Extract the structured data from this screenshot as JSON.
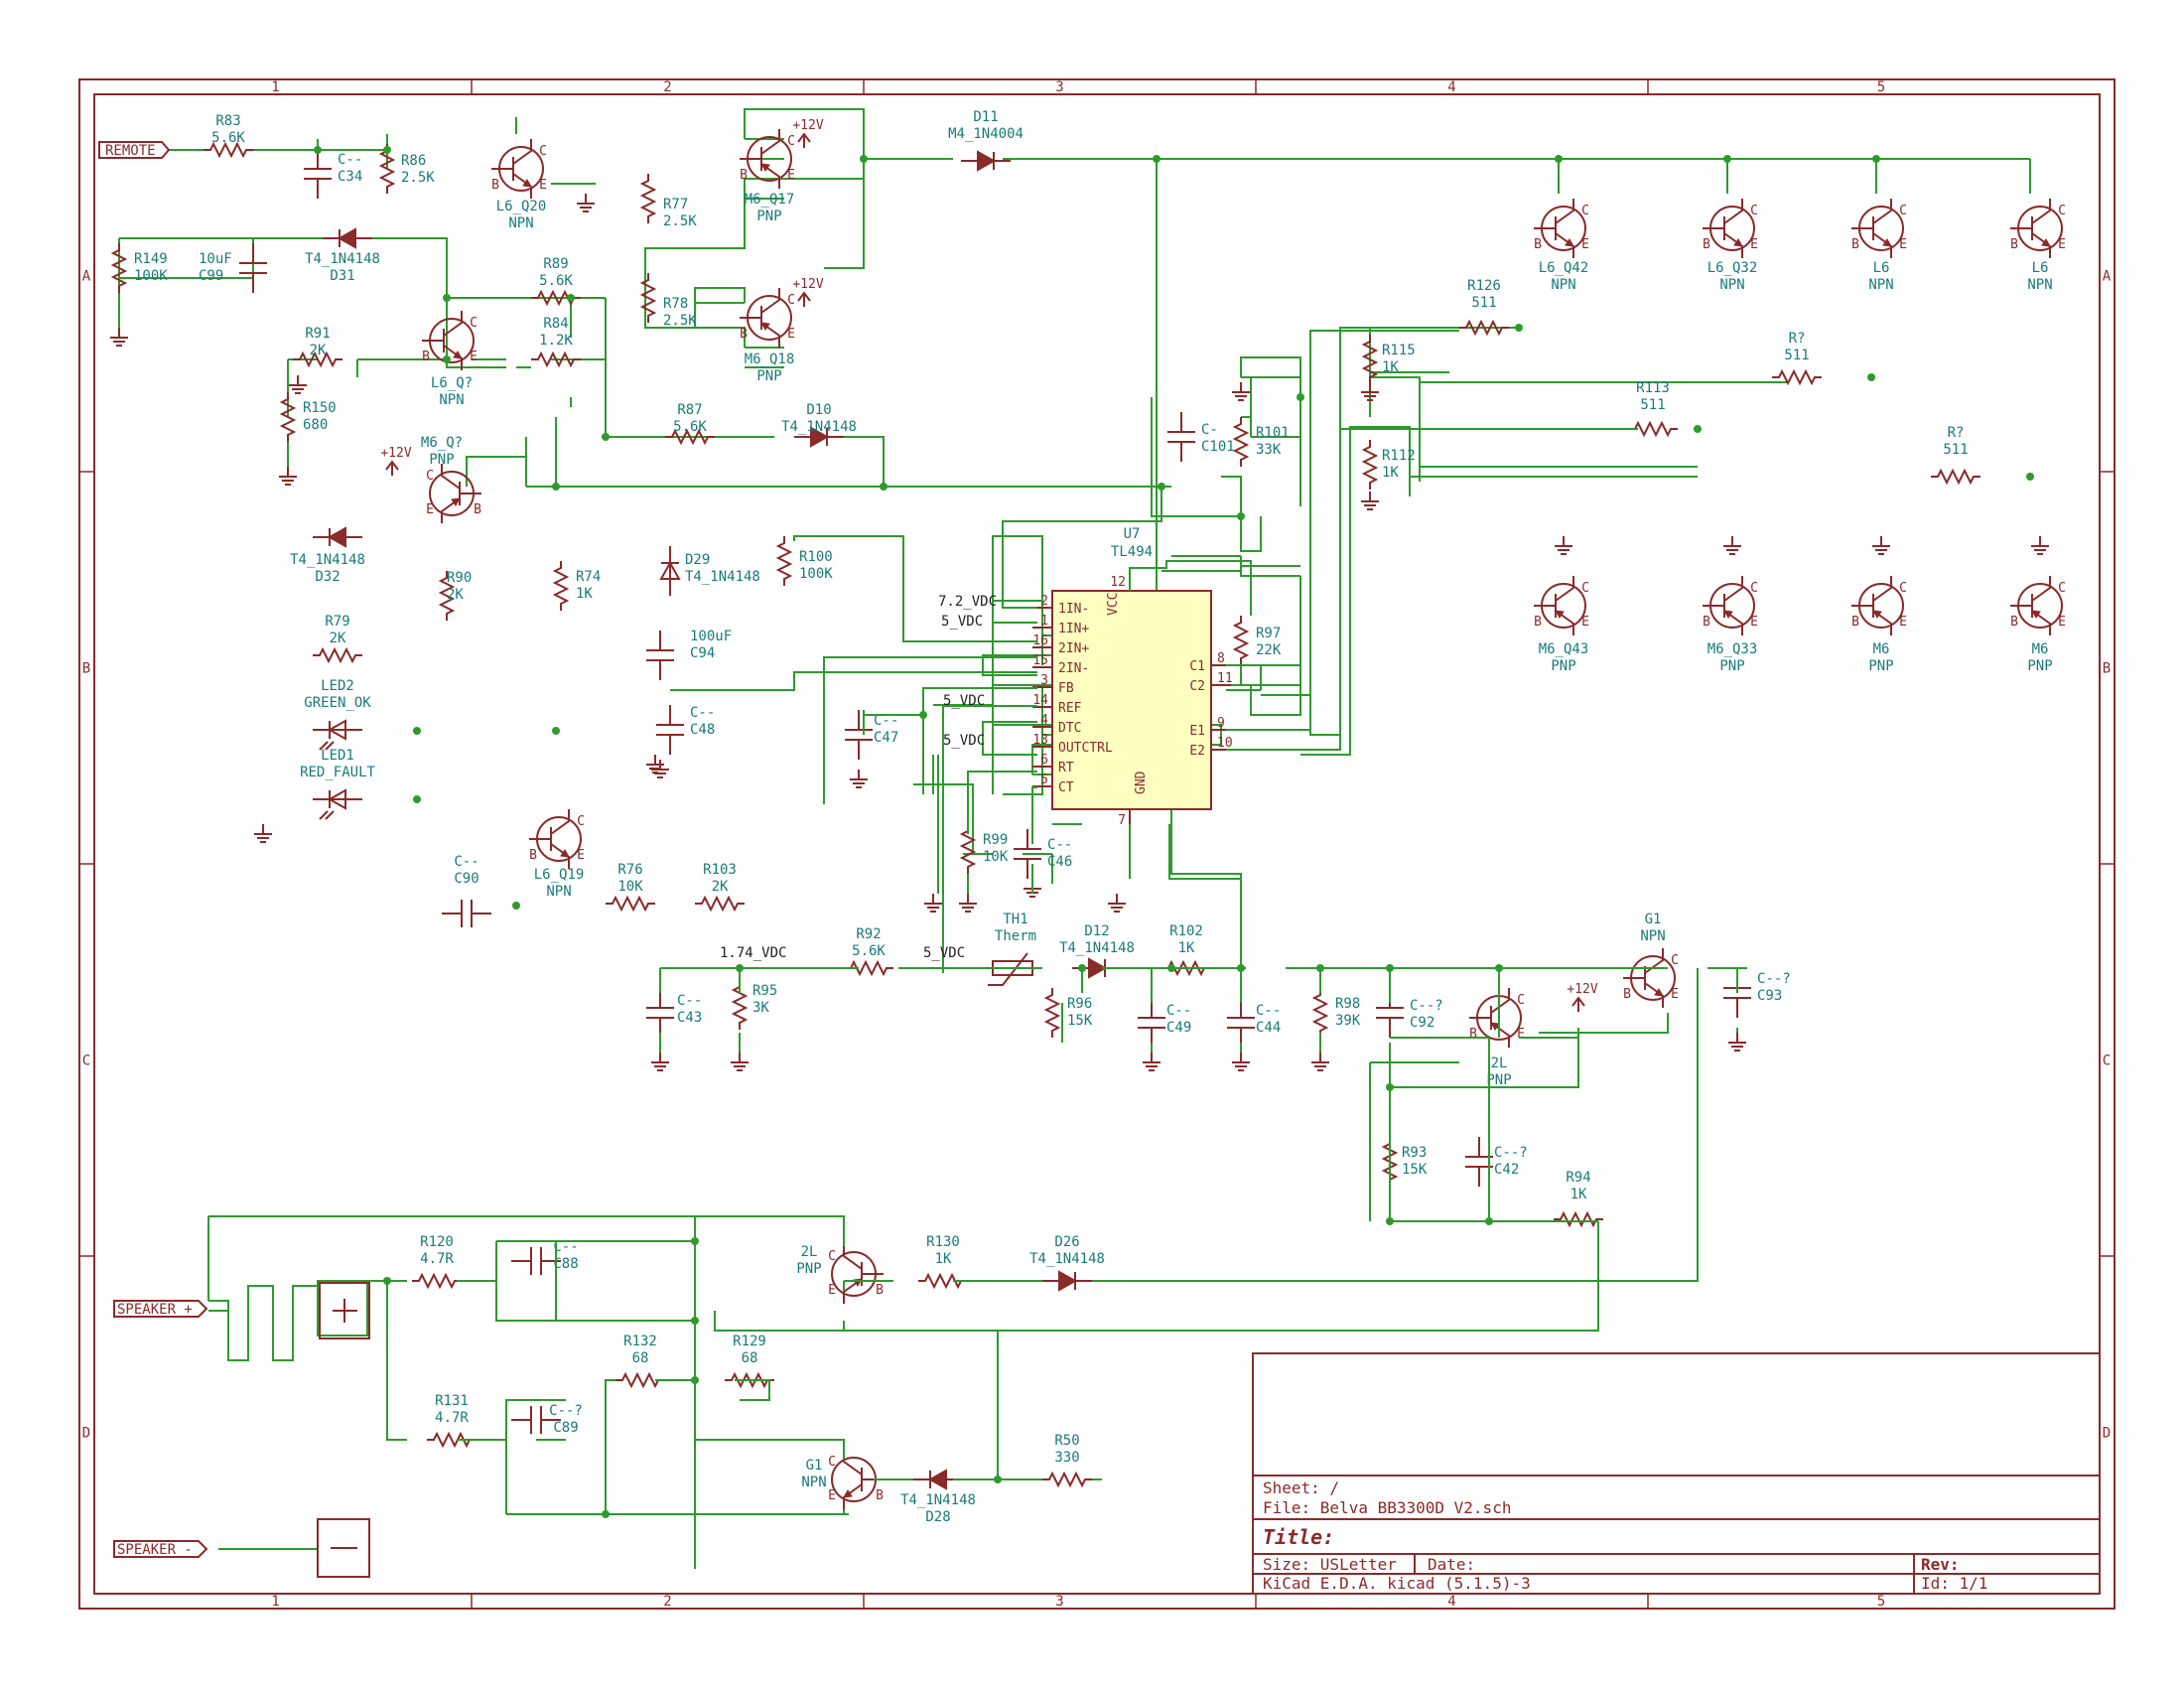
{
  "title_block": {
    "sheet": "Sheet: /",
    "file": "File: Belva BB3300D V2.sch",
    "title": "Title:",
    "size": "Size: USLetter",
    "date": "Date:",
    "rev": "Rev:",
    "tool": "KiCad E.D.A.  kicad (5.1.5)-3",
    "id": "Id: 1/1"
  },
  "frame": {
    "columns": [
      "1",
      "2",
      "3",
      "4",
      "5"
    ],
    "rows": [
      "A",
      "B",
      "C",
      "D"
    ]
  },
  "hier_labels": {
    "remote": "REMOTE",
    "speaker_plus": "SPEAKER_+",
    "speaker_minus": "SPEAKER_-"
  },
  "net_labels": {
    "v72": "7.2_VDC",
    "v5a": "5_VDC",
    "v5b": "5_VDC",
    "v5c": "5_VDC",
    "v5d": "5_VDC",
    "v174": "1.74_VDC"
  },
  "power": {
    "p12a": "+12V",
    "p12b": "+12V",
    "p12c": "+12V",
    "p12d": "+12V"
  },
  "ic": {
    "ref": "U7",
    "value": "TL494",
    "left_pins": [
      {
        "num": "2",
        "name": "1IN-"
      },
      {
        "num": "1",
        "name": "1IN+"
      },
      {
        "num": "16",
        "name": "2IN+"
      },
      {
        "num": "15",
        "name": "2IN-"
      },
      {
        "num": "3",
        "name": "FB"
      },
      {
        "num": "14",
        "name": "REF"
      },
      {
        "num": "4",
        "name": "DTC"
      },
      {
        "num": "13",
        "name": "OUTCTRL"
      },
      {
        "num": "6",
        "name": "RT"
      },
      {
        "num": "5",
        "name": "CT"
      }
    ],
    "right_pins": [
      {
        "num": "8",
        "name": "C1"
      },
      {
        "num": "11",
        "name": "C2"
      },
      {
        "num": "9",
        "name": "E1"
      },
      {
        "num": "10",
        "name": "E2"
      }
    ],
    "top_pin": {
      "num": "12",
      "name": "VCC"
    },
    "bottom_pin": {
      "num": "7",
      "name": "GND"
    }
  },
  "resistors": [
    {
      "ref": "R83",
      "value": "5.6K"
    },
    {
      "ref": "R86",
      "value": "2.5K"
    },
    {
      "ref": "R149",
      "value": "100K"
    },
    {
      "ref": "R91",
      "value": "2K"
    },
    {
      "ref": "R150",
      "value": "680"
    },
    {
      "ref": "R89",
      "value": "5.6K"
    },
    {
      "ref": "R84",
      "value": "1.2K"
    },
    {
      "ref": "R87",
      "value": "5.6K"
    },
    {
      "ref": "R77",
      "value": "2.5K"
    },
    {
      "ref": "R78",
      "value": "2.5K"
    },
    {
      "ref": "R90",
      "value": "2K"
    },
    {
      "ref": "R74",
      "value": "1K"
    },
    {
      "ref": "R79",
      "value": "2K"
    },
    {
      "ref": "R76",
      "value": "10K"
    },
    {
      "ref": "R103",
      "value": "2K"
    },
    {
      "ref": "R100",
      "value": "100K"
    },
    {
      "ref": "R101",
      "value": "33K"
    },
    {
      "ref": "R97",
      "value": "22K"
    },
    {
      "ref": "R99",
      "value": "10K"
    },
    {
      "ref": "R115",
      "value": "1K"
    },
    {
      "ref": "R112",
      "value": "1K"
    },
    {
      "ref": "R126",
      "value": "511"
    },
    {
      "ref": "R113",
      "value": "511"
    },
    {
      "ref": "R?",
      "value": "511"
    },
    {
      "ref": "R?",
      "value": "511"
    },
    {
      "ref": "R92",
      "value": "5.6K"
    },
    {
      "ref": "R95",
      "value": "3K"
    },
    {
      "ref": "R96",
      "value": "15K"
    },
    {
      "ref": "R102",
      "value": "1K"
    },
    {
      "ref": "R98",
      "value": "39K"
    },
    {
      "ref": "R93",
      "value": "15K"
    },
    {
      "ref": "R94",
      "value": "1K"
    },
    {
      "ref": "R120",
      "value": "4.7R"
    },
    {
      "ref": "R131",
      "value": "4.7R"
    },
    {
      "ref": "R132",
      "value": "68"
    },
    {
      "ref": "R129",
      "value": "68"
    },
    {
      "ref": "R130",
      "value": "1K"
    },
    {
      "ref": "R50",
      "value": "330"
    }
  ],
  "capacitors": [
    {
      "ref": "C34",
      "value": "C--"
    },
    {
      "ref": "C99",
      "value": "10uF"
    },
    {
      "ref": "C94",
      "value": "100uF"
    },
    {
      "ref": "C48",
      "value": "C--"
    },
    {
      "ref": "C90",
      "value": "C--"
    },
    {
      "ref": "C101",
      "value": "C-"
    },
    {
      "ref": "C47",
      "value": "C--"
    },
    {
      "ref": "C46",
      "value": "C--"
    },
    {
      "ref": "C43",
      "value": "C--"
    },
    {
      "ref": "C49",
      "value": "C--"
    },
    {
      "ref": "C44",
      "value": "C--"
    },
    {
      "ref": "C92",
      "value": "C--?"
    },
    {
      "ref": "C42",
      "value": "C--?"
    },
    {
      "ref": "C93",
      "value": "C--?"
    },
    {
      "ref": "C88",
      "value": "C--"
    },
    {
      "ref": "C89",
      "value": "C--?"
    }
  ],
  "diodes": [
    {
      "ref": "D31",
      "value": "T4_1N4148"
    },
    {
      "ref": "D10",
      "value": "T4_1N4148"
    },
    {
      "ref": "D32",
      "value": "T4_1N4148"
    },
    {
      "ref": "D29",
      "value": "T4_1N4148"
    },
    {
      "ref": "D11",
      "value": "M4_1N4004"
    },
    {
      "ref": "D12",
      "value": "T4_1N4148"
    },
    {
      "ref": "D26",
      "value": "T4_1N4148"
    },
    {
      "ref": "D28",
      "value": "T4_1N4148"
    },
    {
      "ref": "LED2",
      "value": "GREEN_OK"
    },
    {
      "ref": "LED1",
      "value": "RED_FAULT"
    },
    {
      "ref": "TH1",
      "value": "Therm"
    }
  ],
  "transistors": [
    {
      "ref": "L6_Q20",
      "value": "NPN"
    },
    {
      "ref": "M6_Q17",
      "value": "PNP"
    },
    {
      "ref": "M6_Q18",
      "value": "PNP"
    },
    {
      "ref": "L6_Q?",
      "value": "NPN"
    },
    {
      "ref": "M6_Q?",
      "value": "PNP"
    },
    {
      "ref": "L6_Q19",
      "value": "NPN"
    },
    {
      "ref": "L6_Q42",
      "value": "NPN"
    },
    {
      "ref": "L6_Q32",
      "value": "NPN"
    },
    {
      "ref": "L6",
      "value": "NPN"
    },
    {
      "ref": "L6",
      "value": "NPN"
    },
    {
      "ref": "M6_Q43",
      "value": "PNP"
    },
    {
      "ref": "M6_Q33",
      "value": "PNP"
    },
    {
      "ref": "M6",
      "value": "PNP"
    },
    {
      "ref": "M6",
      "value": "PNP"
    },
    {
      "ref": "G1",
      "value": "NPN"
    },
    {
      "ref": "2L",
      "value": "PNP"
    },
    {
      "ref": "2L",
      "value": "PNP"
    },
    {
      "ref": "G1",
      "value": "NPN"
    }
  ],
  "pin_letters": {
    "b": "B",
    "e": "E",
    "c": "C"
  },
  "colors": {
    "component": "#8a2a2a",
    "wire": "#2e9a2e",
    "ref_text": "#1a7a7a",
    "ic_fill": "#ffffc2"
  }
}
